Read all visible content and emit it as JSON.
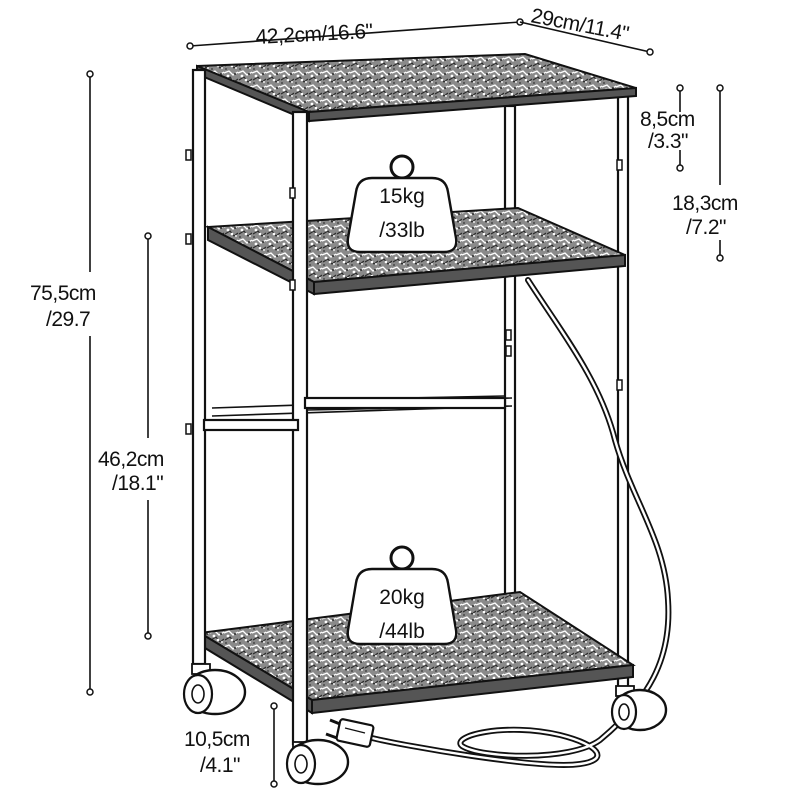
{
  "dimensions": {
    "width": "42,2cm/16.6\"",
    "depth": "29cm/11.4\"",
    "shelf_gap_top": "8,5cm",
    "shelf_gap_top_in": "/3.3\"",
    "shelf_gap_mid": "18,3cm",
    "shelf_gap_mid_in": "/7.2\"",
    "total_height": "75,5cm",
    "total_height_in": "/29.7",
    "lower_height": "46,2cm",
    "lower_height_in": "/18.1\"",
    "wheel_height": "10,5cm",
    "wheel_height_in": "/4.1\""
  },
  "load_capacity": {
    "upper_kg": "15kg",
    "upper_lb": "/33lb",
    "lower_kg": "20kg",
    "lower_lb": "/44lb"
  },
  "icons": {
    "weight": "weight-icon",
    "wheel": "caster-wheel-icon",
    "plug": "power-plug-icon"
  },
  "colors": {
    "line": "#111111",
    "background": "#ffffff",
    "shelf_texture": "#8a8a8a"
  }
}
